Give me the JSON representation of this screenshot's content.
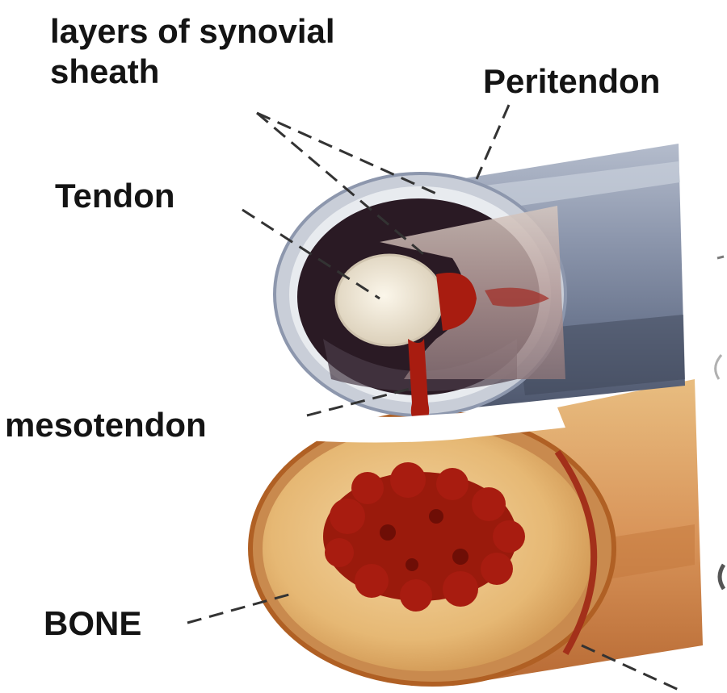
{
  "labels": {
    "layers_line1": "layers of synovial",
    "layers_line2": "sheath",
    "peritendon": "Peritendon",
    "tendon": "Tendon",
    "mesotendon": "mesotendon",
    "bone": "BONE"
  },
  "colors": {
    "text": "#141414",
    "leader": "#333333",
    "sheath_outer": "#9aa4b8",
    "sheath_dark": "#2a1a24",
    "tendon_end": "#ede4d4",
    "blood_red": "#a81c10",
    "bone_surface": "#e6b874",
    "marrow": "#9a1a0c"
  }
}
